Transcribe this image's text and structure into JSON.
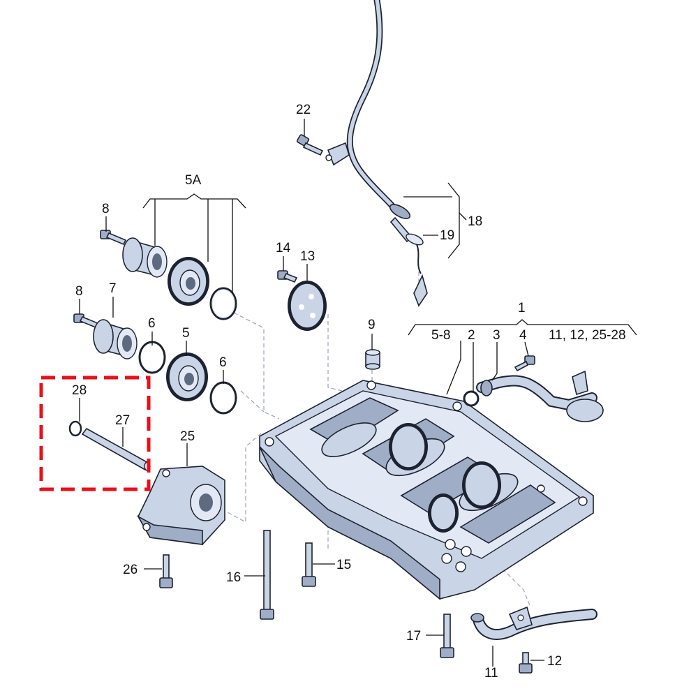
{
  "labels": {
    "l1": "1",
    "l5_8": "5-8",
    "l2": "2",
    "l3": "3",
    "l4": "4",
    "l11_group": "11, 12, 25-28",
    "l5A": "5A",
    "l8a": "8",
    "l8b": "8",
    "l7": "7",
    "l6a": "6",
    "l5": "5",
    "l6b": "6",
    "l14": "14",
    "l13": "13",
    "l9": "9",
    "l22": "22",
    "l18": "18",
    "l19": "19",
    "l28": "28",
    "l27": "27",
    "l25": "25",
    "l26": "26",
    "l16": "16",
    "l15": "15",
    "l17": "17",
    "l11": "11",
    "l12": "12"
  },
  "colors": {
    "highlight_box": "#e8101a",
    "part_fill": "#c9d4e6",
    "outline": "#1c2230"
  }
}
